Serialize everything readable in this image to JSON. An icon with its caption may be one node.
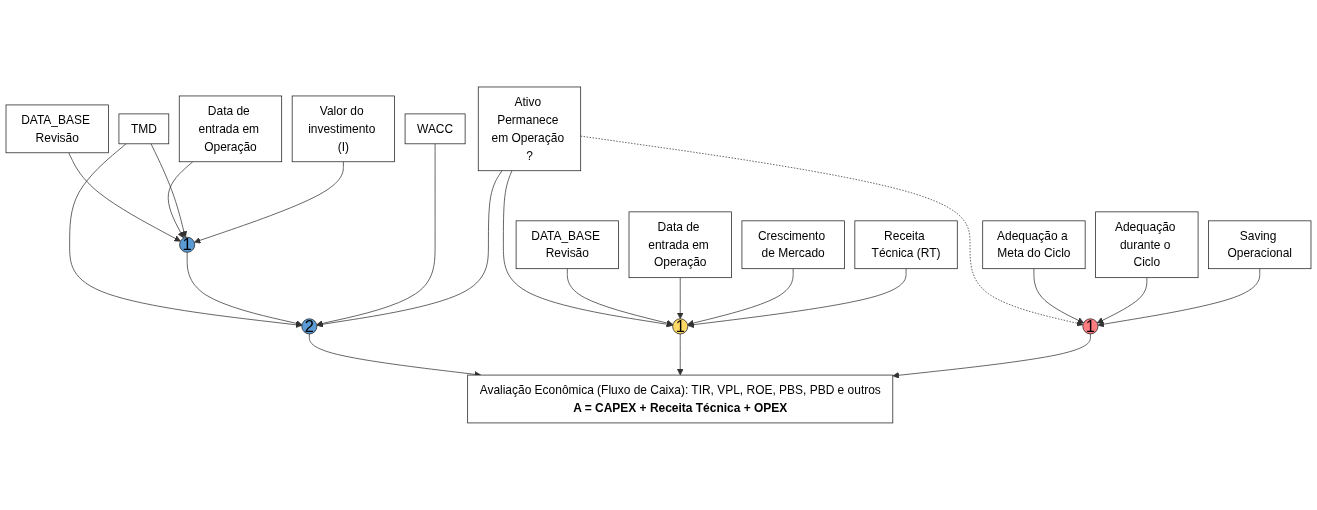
{
  "diagram": {
    "nodes": [
      {
        "text": [
          "DATA_BASE Revisão"
        ]
      },
      {
        "text": [
          "Data de entrada em Operação"
        ]
      },
      {
        "text": [
          "TMD"
        ]
      },
      {
        "text": [
          "1"
        ]
      },
      {
        "text": [
          "Valor do investimento (I)"
        ]
      },
      {
        "text": [
          "WACC"
        ]
      },
      {
        "text": [
          "2"
        ]
      },
      {
        "text": [
          "Ativo Permanece em Operação ?"
        ]
      },
      {
        "text": [
          "DATA_BASE Revisão"
        ]
      },
      {
        "text": [
          "Data de entrada em Operação"
        ]
      },
      {
        "text": [
          "Crescimento de Mercado"
        ]
      },
      {
        "text": [
          "1"
        ]
      },
      {
        "text": [
          "Receita Técnica (RT)"
        ]
      },
      {
        "text": [
          "Adequação a Meta do Ciclo"
        ]
      },
      {
        "text": [
          "Adequação durante o Ciclo"
        ]
      },
      {
        "text": [
          "1"
        ]
      },
      {
        "text": [
          "Saving Operacional"
        ]
      },
      {
        "text": [
          "Avaliação Econômica (Fluxo de Caixa): TIR, VPL, ROE, PBS, PBD e outros",
          "A = CAPEX + Receita Técnica + OPEX"
        ]
      }
    ],
    "edges": [
      {
        "from": 0,
        "to": 3,
        "arrow": "to"
      },
      {
        "from": 1,
        "to": 3,
        "arrow": "to"
      },
      {
        "from": 2,
        "to": 3,
        "arrow": "to"
      },
      {
        "from": 4,
        "to": 3,
        "arrow": "to"
      },
      {
        "from": 2,
        "to": 6,
        "arrow": "to"
      },
      {
        "from": 3,
        "to": 6,
        "arrow": "to"
      },
      {
        "from": 5,
        "to": 6,
        "arrow": "to"
      },
      {
        "from": 7,
        "to": 6,
        "arrow": "to"
      },
      {
        "from": 7,
        "to": 11,
        "arrow": "to"
      },
      {
        "from": 7,
        "to": 15,
        "arrow": "to",
        "style": "dashed"
      },
      {
        "from": 8,
        "to": 11,
        "arrow": "to"
      },
      {
        "from": 9,
        "to": 11,
        "arrow": "to"
      },
      {
        "from": 10,
        "to": 11,
        "arrow": "to"
      },
      {
        "from": 12,
        "to": 11,
        "arrow": "to"
      },
      {
        "from": 13,
        "to": 15,
        "arrow": "to"
      },
      {
        "from": 14,
        "to": 15,
        "arrow": "to"
      },
      {
        "from": 16,
        "to": 15,
        "arrow": "to"
      },
      {
        "from": 6,
        "to": 17,
        "arrow": "to"
      },
      {
        "from": 11,
        "to": 17,
        "arrow": "to"
      },
      {
        "from": 15,
        "to": 17,
        "arrow": "to"
      }
    ]
  }
}
